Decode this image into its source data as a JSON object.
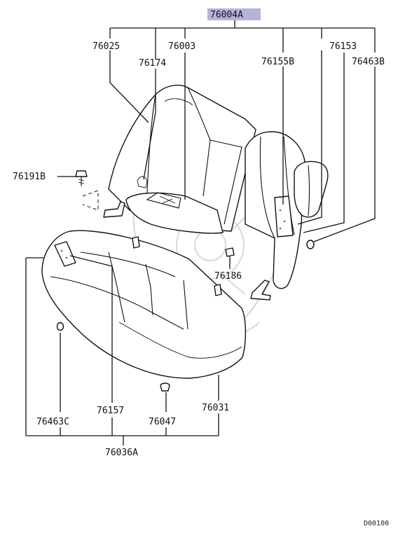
{
  "diagram": {
    "assembly_label": "76004A",
    "highlight_color": "#b3b3dc",
    "labels": {
      "p76025": "76025",
      "p76003": "76003",
      "p76174": "76174",
      "p76153": "76153",
      "p76155b": "76155B",
      "p76463b": "76463B",
      "p76191b": "76191B",
      "p76186": "76186",
      "p76157": "76157",
      "p76031": "76031",
      "p76463c": "76463C",
      "p76047": "76047",
      "p76036a": "76036A"
    },
    "drawing_code": "D00100"
  }
}
